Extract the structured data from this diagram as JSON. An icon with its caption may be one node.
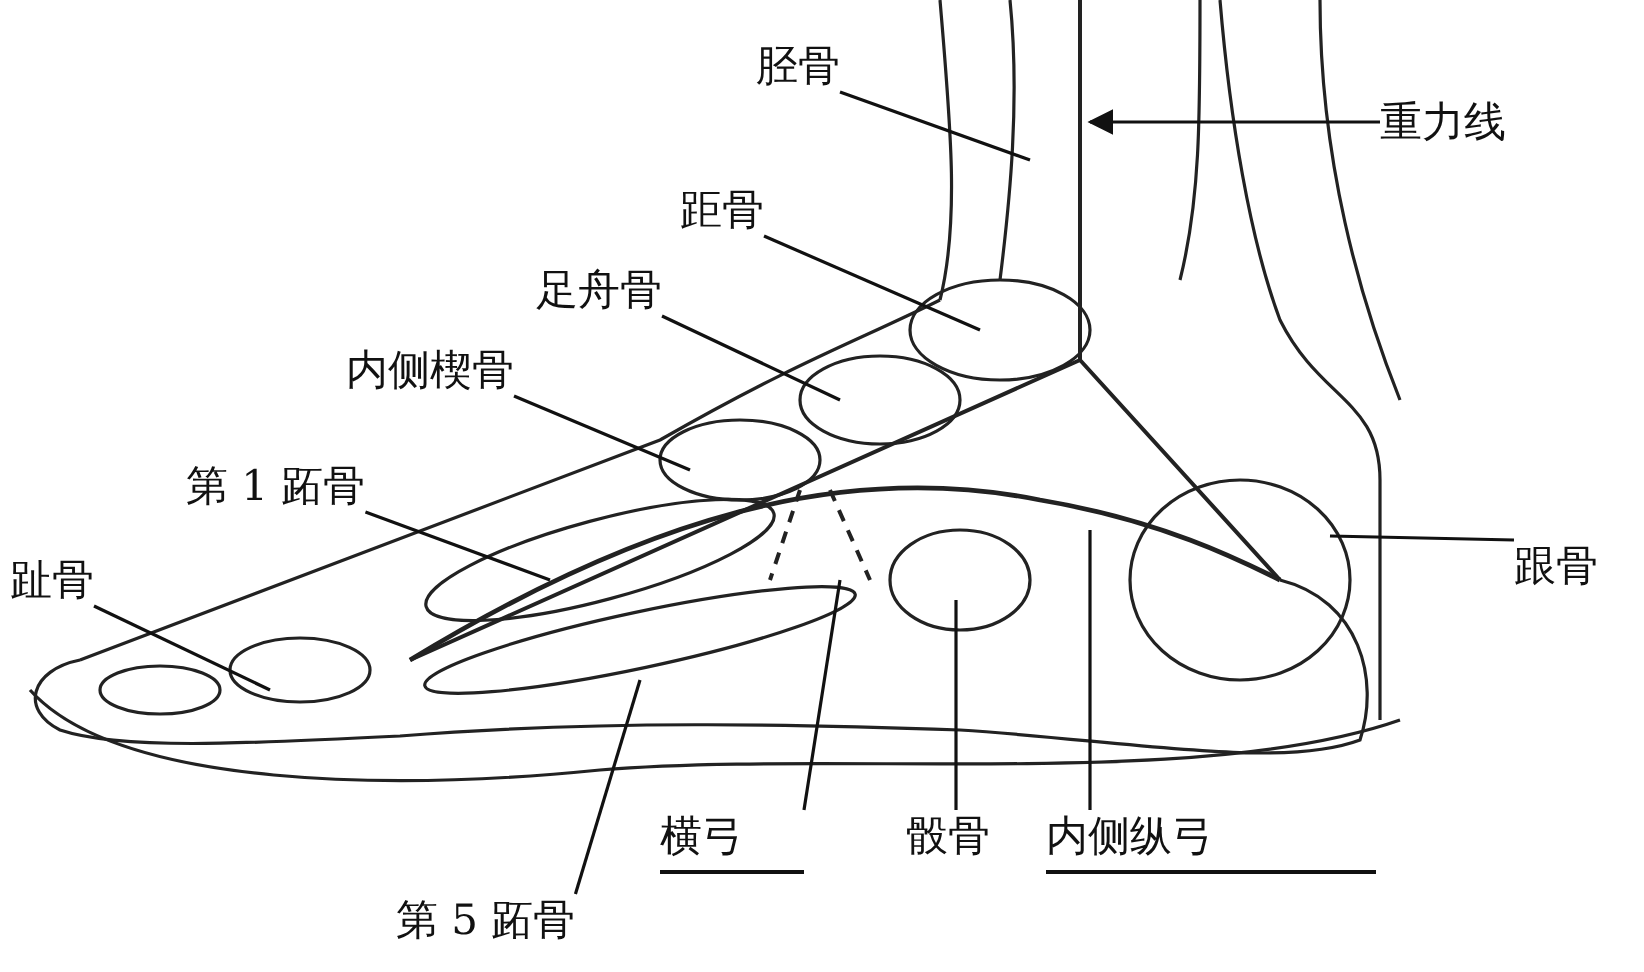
{
  "diagram": {
    "nodes": [
      {
        "text": [
          "胫骨"
        ]
      },
      {
        "text": [
          "重力线"
        ]
      },
      {
        "text": [
          "距骨"
        ]
      },
      {
        "text": [
          "足舟骨"
        ]
      },
      {
        "text": [
          "内侧楔骨"
        ]
      },
      {
        "text": [
          "第 1 跖骨"
        ]
      },
      {
        "text": [
          "趾骨"
        ]
      },
      {
        "text": [
          "跟骨"
        ]
      },
      {
        "text": [
          "横弓"
        ]
      },
      {
        "text": [
          "骰骨"
        ]
      },
      {
        "text": [
          "内侧纵弓"
        ]
      },
      {
        "text": [
          "第 5 跖骨"
        ]
      }
    ],
    "edges": [
      {
        "from": 0,
        "to": null,
        "arrow": "none"
      },
      {
        "from": 1,
        "to": null,
        "arrow": "to"
      },
      {
        "from": 2,
        "to": null,
        "arrow": "none"
      },
      {
        "from": 3,
        "to": null,
        "arrow": "none"
      },
      {
        "from": 4,
        "to": null,
        "arrow": "none"
      },
      {
        "from": 5,
        "to": null,
        "arrow": "none"
      },
      {
        "from": 6,
        "to": null,
        "arrow": "none"
      },
      {
        "from": 7,
        "to": null,
        "arrow": "none"
      },
      {
        "from": 8,
        "to": null,
        "arrow": "none"
      },
      {
        "from": 9,
        "to": null,
        "arrow": "none"
      },
      {
        "from": 10,
        "to": null,
        "arrow": "none"
      },
      {
        "from": 11,
        "to": null,
        "arrow": "none"
      }
    ]
  }
}
